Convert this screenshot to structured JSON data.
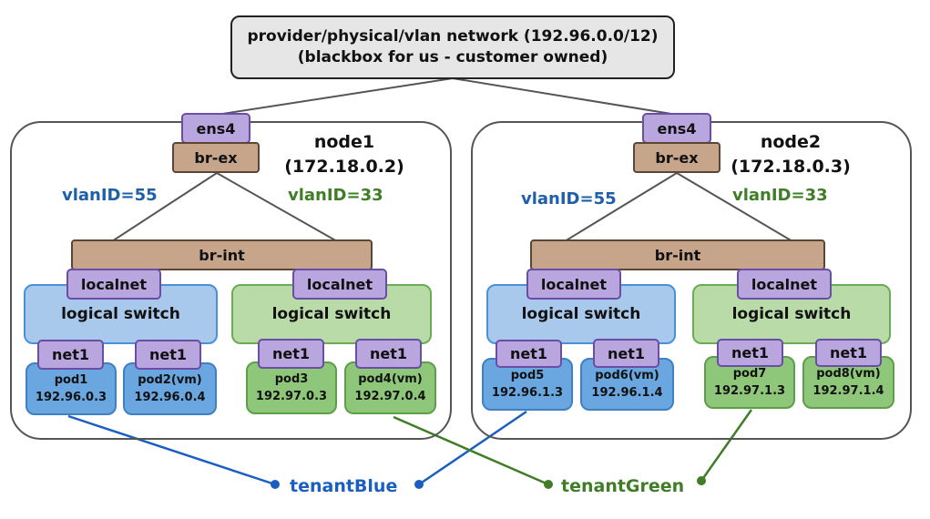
{
  "provider": {
    "line1": "provider/physical/vlan network (192.96.0.0/12)",
    "line2": "(blackbox for us - customer owned)"
  },
  "nodes": [
    {
      "name": "node1",
      "ip": "(172.18.0.2)",
      "nic": "ens4",
      "ext_bridge": "br-ex",
      "int_bridge": "br-int",
      "vlans": [
        {
          "label": "vlanID=55",
          "color": "#1e5fa8"
        },
        {
          "label": "vlanID=33",
          "color": "#3f7d26"
        }
      ],
      "switches": [
        {
          "localnet": "localnet",
          "label": "logical switch",
          "tenant": "blue",
          "pods": [
            {
              "net": "net1",
              "name": "pod1",
              "ip": "192.96.0.3"
            },
            {
              "net": "net1",
              "name": "pod2(vm)",
              "ip": "192.96.0.4"
            }
          ]
        },
        {
          "localnet": "localnet",
          "label": "logical switch",
          "tenant": "green",
          "pods": [
            {
              "net": "net1",
              "name": "pod3",
              "ip": "192.97.0.3"
            },
            {
              "net": "net1",
              "name": "pod4(vm)",
              "ip": "192.97.0.4"
            }
          ]
        }
      ]
    },
    {
      "name": "node2",
      "ip": "(172.18.0.3)",
      "nic": "ens4",
      "ext_bridge": "br-ex",
      "int_bridge": "br-int",
      "vlans": [
        {
          "label": "vlanID=55",
          "color": "#1e5fa8"
        },
        {
          "label": "vlanID=33",
          "color": "#3f7d26"
        }
      ],
      "switches": [
        {
          "localnet": "localnet",
          "label": "logical switch",
          "tenant": "blue",
          "pods": [
            {
              "net": "net1",
              "name": "pod5",
              "ip": "192.96.1.3"
            },
            {
              "net": "net1",
              "name": "pod6(vm)",
              "ip": "192.96.1.4"
            }
          ]
        },
        {
          "localnet": "localnet",
          "label": "logical switch",
          "tenant": "green",
          "pods": [
            {
              "net": "net1",
              "name": "pod7",
              "ip": "192.97.1.3"
            },
            {
              "net": "net1",
              "name": "pod8(vm)",
              "ip": "192.97.1.4"
            }
          ]
        }
      ]
    }
  ],
  "tenants": {
    "blue": {
      "label": "tenantBlue",
      "color": "#1a5fc0"
    },
    "green": {
      "label": "tenantGreen",
      "color": "#3f7d26"
    }
  },
  "colors": {
    "connector": "#555555",
    "blue_switch": "#a9c9ec",
    "green_switch": "#b9dba8",
    "blue_pod": "#6aa6df",
    "green_pod": "#8fc77a",
    "port": "#b9a6de",
    "bridge": "#c6a58a"
  }
}
